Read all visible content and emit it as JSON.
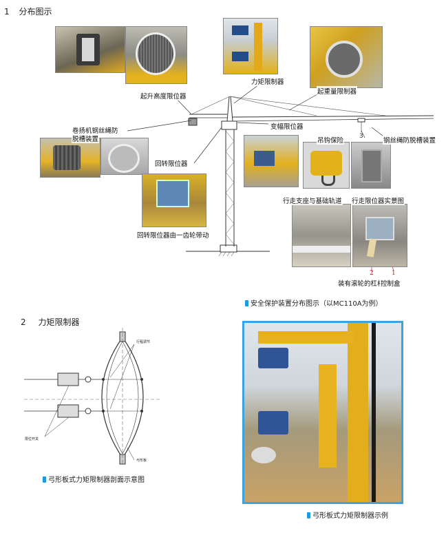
{
  "section1": {
    "number": "1",
    "title": "分布图示"
  },
  "section2": {
    "number": "2",
    "title": "力矩限制器"
  },
  "labels": {
    "hoist_height_limiter": "起升高度限位器",
    "moment_limiter": "力矩限制器",
    "lift_weight_limiter": "起重量限制器",
    "winch_rope_guard_1": "卷扬机钢丝绳防",
    "winch_rope_guard_2": "脱槽装置",
    "luffing_limiter": "变幅限位器",
    "hook_protection": "吊钩保险",
    "rope_anti_groove": "钢丝绳防脱槽装置",
    "slewing_limiter": "回转限位器",
    "travel_support_track": "行走支座与基础轨道",
    "travel_limiter_photo": "行走限位器实景图",
    "slewing_gear_driven": "回转限位器由一齿轮带动",
    "roller_lever": "装有滚轮的杠杆",
    "control_box": "控制盒",
    "marker_1": "1",
    "marker_2": "2"
  },
  "captions": {
    "distribution": "安全保护装置分布图示（以MC110A为例）",
    "section_view": "弓形板式力矩限制器剖面示意图",
    "example_photo": "弓形板式力矩限制器示例"
  },
  "diagram_labels": {
    "adjust_screw": "行程调节",
    "limit_switch": "限位开关",
    "bow_plate": "弓形板"
  },
  "colors": {
    "accent": "#1b9be0",
    "crane_yellow": "#e5b21b",
    "photo_border": "#3aa3e0"
  }
}
